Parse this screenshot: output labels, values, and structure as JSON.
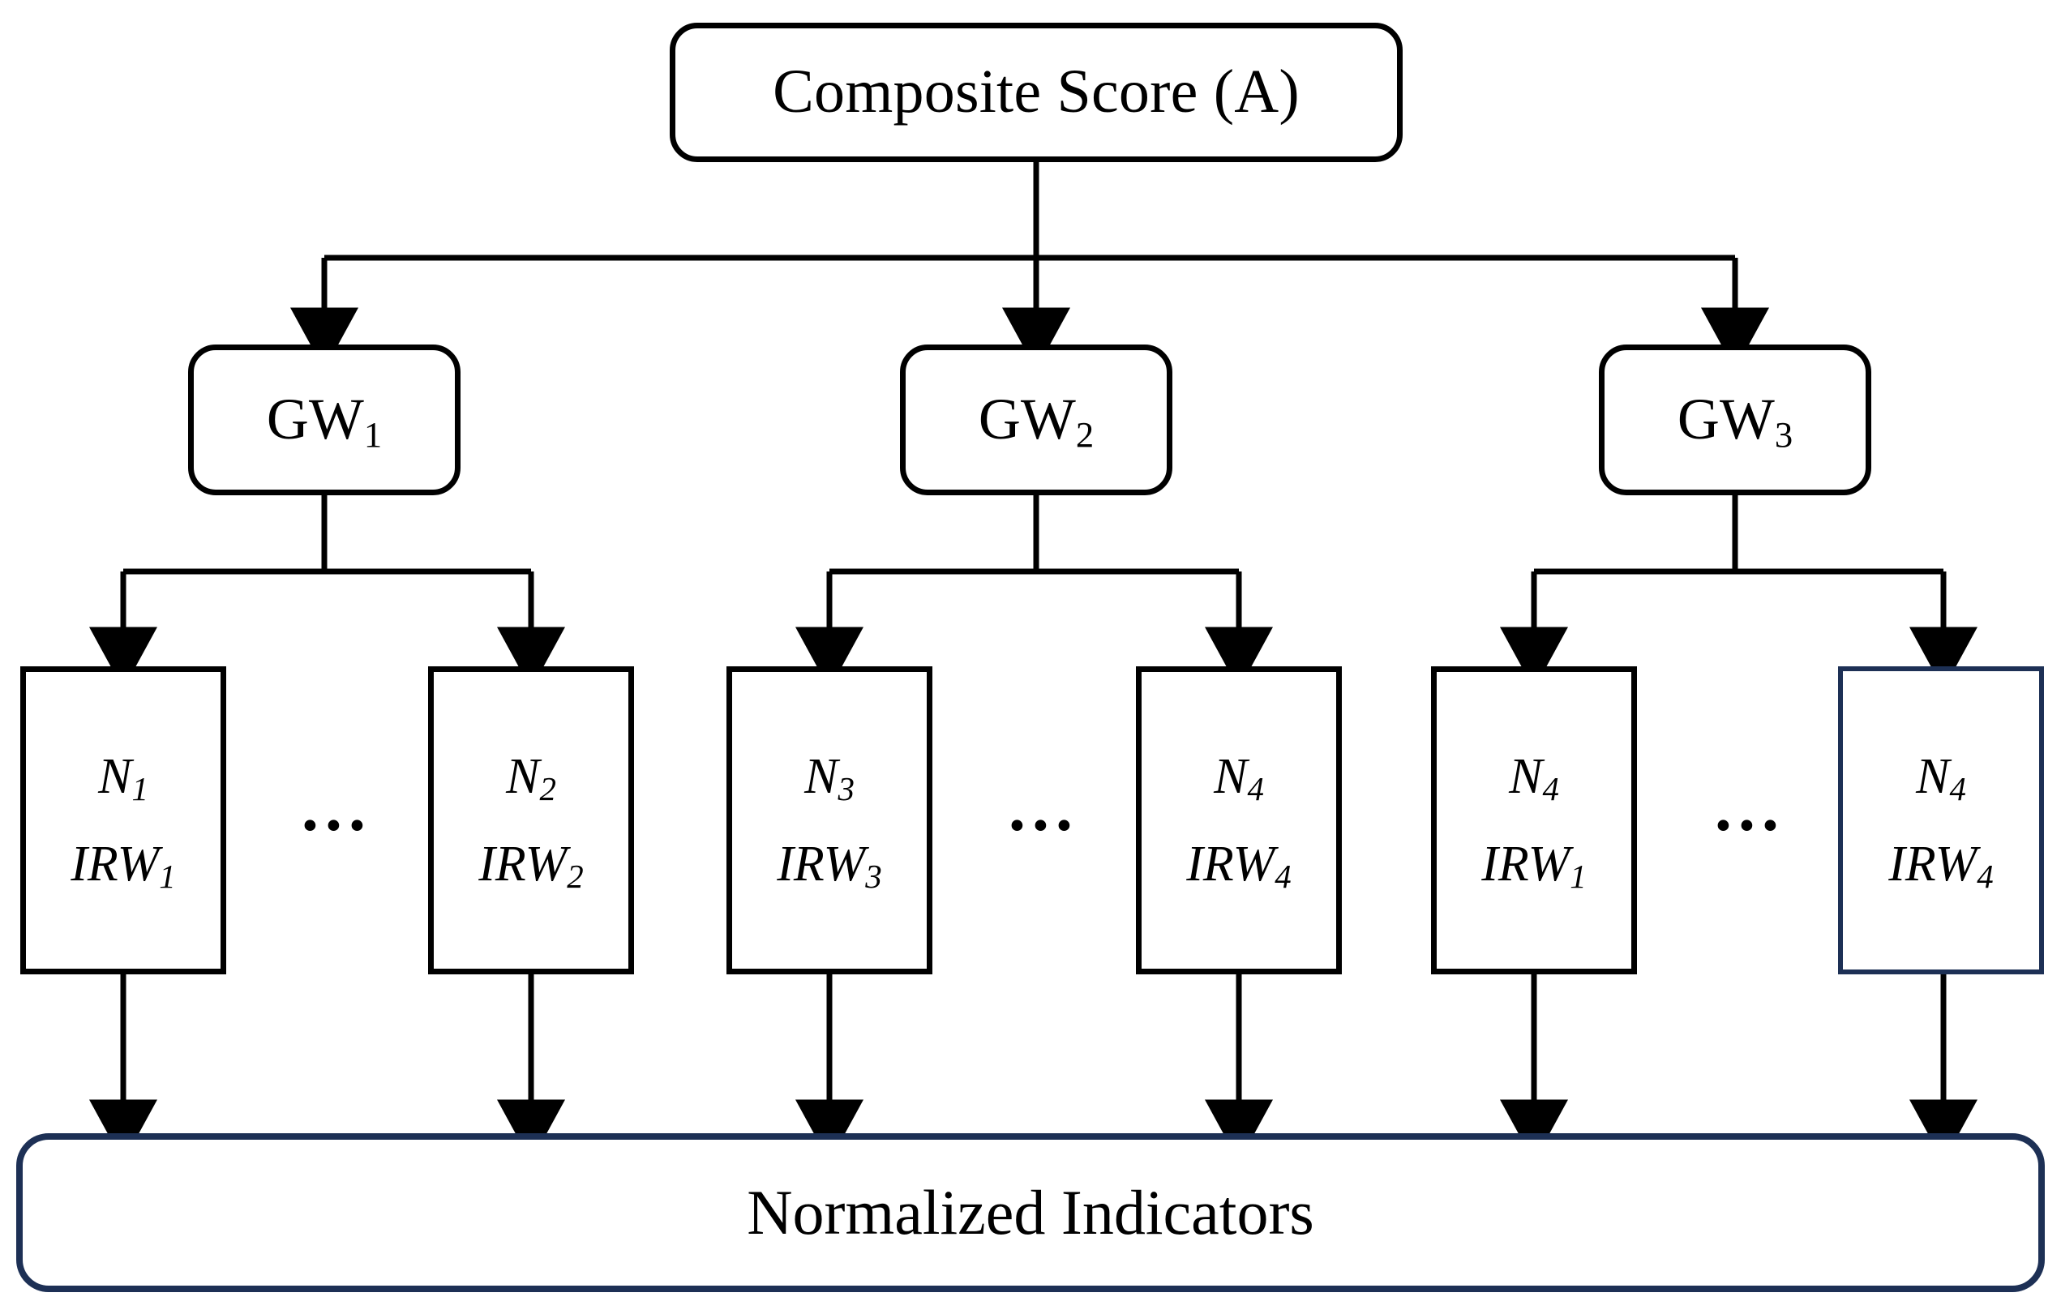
{
  "diagram": {
    "type": "hierarchical-flowchart",
    "title": "Composite score aggregation hierarchy",
    "colors": {
      "stroke_black": "#000000",
      "stroke_navy": "#1D3055",
      "background": "#FFFFFF"
    },
    "root": {
      "label": "Composite Score (A)",
      "shape": "rounded-rectangle",
      "border_color": "#000000"
    },
    "groups": [
      {
        "label": "GW",
        "subscript": "1",
        "shape": "rounded-rectangle",
        "border_color": "#000000",
        "leaves": [
          {
            "line1": "N",
            "line1_sub": "1",
            "line2": "IRW",
            "line2_sub": "1",
            "border_color": "#000000"
          },
          {
            "ellipsis": "..."
          },
          {
            "line1": "N",
            "line1_sub": "2",
            "line2": "IRW",
            "line2_sub": "2",
            "border_color": "#000000"
          }
        ]
      },
      {
        "label": "GW",
        "subscript": "2",
        "shape": "rounded-rectangle",
        "border_color": "#000000",
        "leaves": [
          {
            "line1": "N",
            "line1_sub": "3",
            "line2": "IRW",
            "line2_sub": "3",
            "border_color": "#000000"
          },
          {
            "ellipsis": "..."
          },
          {
            "line1": "N",
            "line1_sub": "4",
            "line2": "IRW",
            "line2_sub": "4",
            "border_color": "#000000"
          }
        ]
      },
      {
        "label": "GW",
        "subscript": "3",
        "shape": "rounded-rectangle",
        "border_color": "#000000",
        "leaves": [
          {
            "line1": "N",
            "line1_sub": "4",
            "line2": "IRW",
            "line2_sub": "1",
            "border_color": "#000000"
          },
          {
            "ellipsis": "..."
          },
          {
            "line1": "N",
            "line1_sub": "4",
            "line2": "IRW",
            "line2_sub": "4",
            "border_color": "#1D3055"
          }
        ]
      }
    ],
    "base": {
      "label": "Normalized Indicators",
      "shape": "rounded-rectangle",
      "border_color": "#1D3055"
    }
  }
}
